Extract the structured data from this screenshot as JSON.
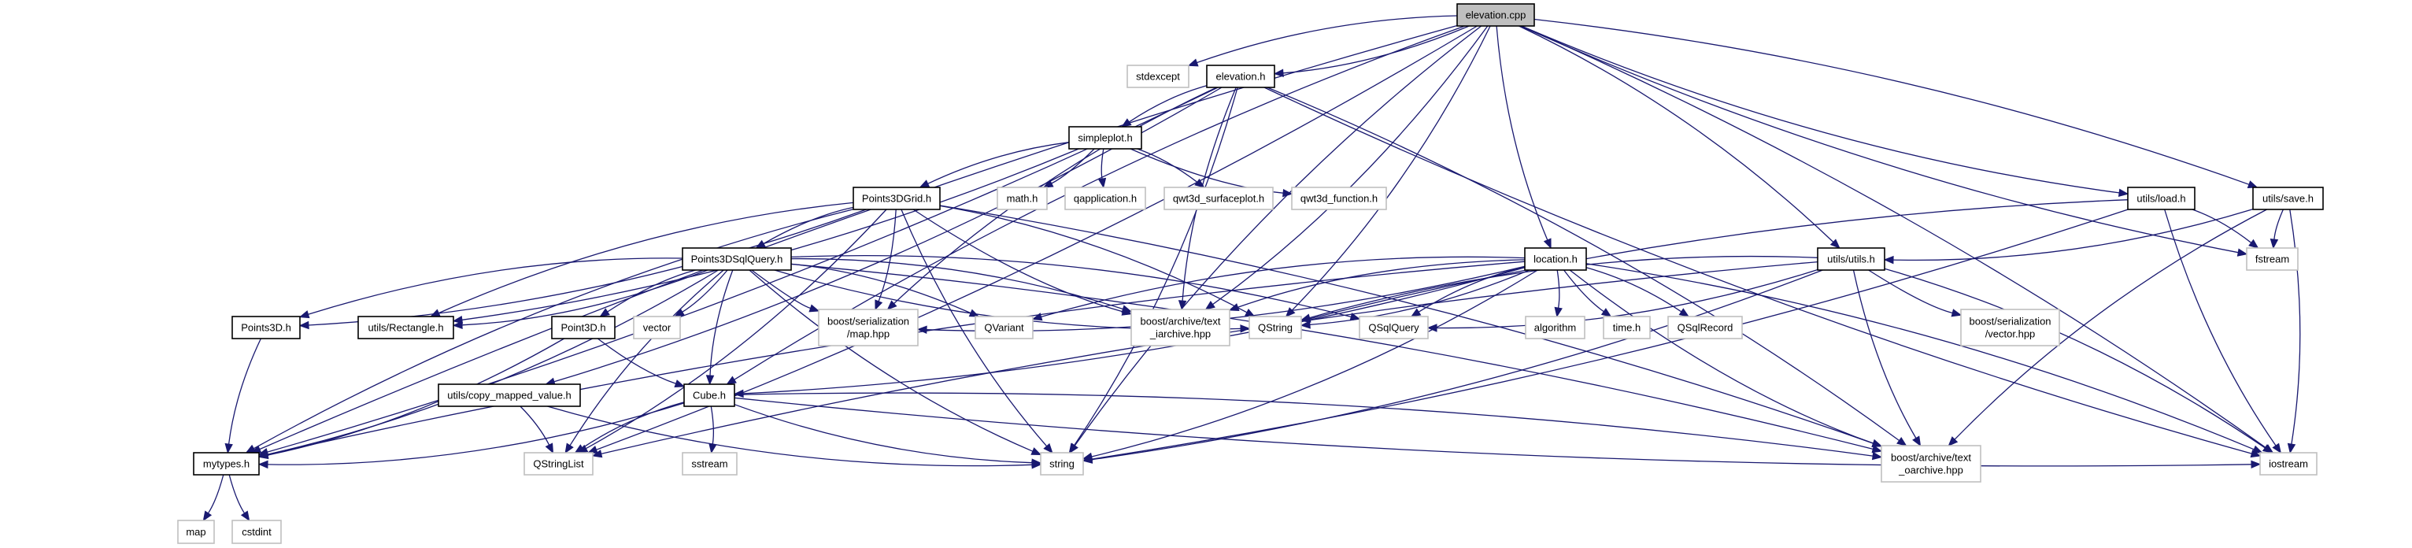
{
  "diagram": {
    "title": "Include dependency graph for elevation.cpp",
    "colors": {
      "edge": "#191970",
      "root_fill": "#bfbfbf",
      "local_border": "#000000",
      "system_border": "#bfbfbf"
    },
    "nodes": [
      {
        "id": "elevation_cpp",
        "label": "elevation.cpp",
        "kind": "root"
      },
      {
        "id": "stdexcept",
        "label": "stdexcept",
        "kind": "system"
      },
      {
        "id": "elevation_h",
        "label": "elevation.h",
        "kind": "local"
      },
      {
        "id": "simpleplot_h",
        "label": "simpleplot.h",
        "kind": "local"
      },
      {
        "id": "points3dgrid_h",
        "label": "Points3DGrid.h",
        "kind": "local"
      },
      {
        "id": "math_h",
        "label": "math.h",
        "kind": "system"
      },
      {
        "id": "qapplication_h",
        "label": "qapplication.h",
        "kind": "system"
      },
      {
        "id": "qwt3d_surfaceplot_h",
        "label": "qwt3d_surfaceplot.h",
        "kind": "system"
      },
      {
        "id": "qwt3d_function_h",
        "label": "qwt3d_function.h",
        "kind": "system"
      },
      {
        "id": "utils_load_h",
        "label": "utils/load.h",
        "kind": "local"
      },
      {
        "id": "utils_save_h",
        "label": "utils/save.h",
        "kind": "local"
      },
      {
        "id": "points3dsqlquery_h",
        "label": "Points3DSqlQuery.h",
        "kind": "local"
      },
      {
        "id": "location_h",
        "label": "location.h",
        "kind": "local"
      },
      {
        "id": "utils_utils_h",
        "label": "utils/utils.h",
        "kind": "local"
      },
      {
        "id": "fstream",
        "label": "fstream",
        "kind": "system"
      },
      {
        "id": "points3d_h",
        "label": "Points3D.h",
        "kind": "local"
      },
      {
        "id": "utils_rectangle_h",
        "label": "utils/Rectangle.h",
        "kind": "local"
      },
      {
        "id": "point3d_h",
        "label": "Point3D.h",
        "kind": "local"
      },
      {
        "id": "vector",
        "label": "vector",
        "kind": "system"
      },
      {
        "id": "boost_ser_map",
        "label": [
          "boost/serialization",
          "/map.hpp"
        ],
        "kind": "system"
      },
      {
        "id": "qvariant",
        "label": "QVariant",
        "kind": "system"
      },
      {
        "id": "boost_text_iarchive",
        "label": [
          "boost/archive/text",
          "_iarchive.hpp"
        ],
        "kind": "system"
      },
      {
        "id": "qstring",
        "label": "QString",
        "kind": "system"
      },
      {
        "id": "qsqlquery",
        "label": "QSqlQuery",
        "kind": "system"
      },
      {
        "id": "algorithm",
        "label": "algorithm",
        "kind": "system"
      },
      {
        "id": "time_h",
        "label": "time.h",
        "kind": "system"
      },
      {
        "id": "qsqlrecord",
        "label": "QSqlRecord",
        "kind": "system"
      },
      {
        "id": "boost_ser_vector",
        "label": [
          "boost/serialization",
          "/vector.hpp"
        ],
        "kind": "system"
      },
      {
        "id": "utils_copy_mapped_value_h",
        "label": "utils/copy_mapped_value.h",
        "kind": "local"
      },
      {
        "id": "cube_h",
        "label": "Cube.h",
        "kind": "local"
      },
      {
        "id": "mytypes_h",
        "label": "mytypes.h",
        "kind": "local"
      },
      {
        "id": "qstringlist",
        "label": "QStringList",
        "kind": "system"
      },
      {
        "id": "sstream",
        "label": "sstream",
        "kind": "system"
      },
      {
        "id": "string",
        "label": "string",
        "kind": "system"
      },
      {
        "id": "boost_text_oarchive",
        "label": [
          "boost/archive/text",
          "_oarchive.hpp"
        ],
        "kind": "system"
      },
      {
        "id": "iostream",
        "label": "iostream",
        "kind": "system"
      },
      {
        "id": "map",
        "label": "map",
        "kind": "system"
      },
      {
        "id": "cstdint",
        "label": "cstdint",
        "kind": "system"
      }
    ],
    "edges": [
      [
        "elevation_cpp",
        "stdexcept"
      ],
      [
        "elevation_cpp",
        "elevation_h"
      ],
      [
        "elevation_cpp",
        "location_h"
      ],
      [
        "elevation_cpp",
        "utils_utils_h"
      ],
      [
        "elevation_cpp",
        "utils_load_h"
      ],
      [
        "elevation_cpp",
        "utils_save_h"
      ],
      [
        "elevation_cpp",
        "fstream"
      ],
      [
        "elevation_cpp",
        "iostream"
      ],
      [
        "elevation_cpp",
        "mytypes_h"
      ],
      [
        "elevation_cpp",
        "qstringlist"
      ],
      [
        "elevation_cpp",
        "cube_h"
      ],
      [
        "elevation_cpp",
        "qstring"
      ],
      [
        "elevation_cpp",
        "string"
      ],
      [
        "elevation_cpp",
        "boost_text_iarchive"
      ],
      [
        "elevation_h",
        "simpleplot_h"
      ],
      [
        "elevation_h",
        "mytypes_h"
      ],
      [
        "elevation_h",
        "boost_ser_map"
      ],
      [
        "elevation_h",
        "string"
      ],
      [
        "elevation_h",
        "boost_text_iarchive"
      ],
      [
        "elevation_h",
        "boost_text_oarchive"
      ],
      [
        "elevation_h",
        "iostream"
      ],
      [
        "elevation_h",
        "utils_copy_mapped_value_h"
      ],
      [
        "simpleplot_h",
        "points3dgrid_h"
      ],
      [
        "simpleplot_h",
        "math_h"
      ],
      [
        "simpleplot_h",
        "qapplication_h"
      ],
      [
        "simpleplot_h",
        "qwt3d_surfaceplot_h"
      ],
      [
        "simpleplot_h",
        "qwt3d_function_h"
      ],
      [
        "simpleplot_h",
        "utils_rectangle_h"
      ],
      [
        "points3dgrid_h",
        "points3dsqlquery_h"
      ],
      [
        "points3dgrid_h",
        "points3d_h"
      ],
      [
        "points3dgrid_h",
        "utils_rectangle_h"
      ],
      [
        "points3dgrid_h",
        "boost_ser_map"
      ],
      [
        "points3dgrid_h",
        "string"
      ],
      [
        "points3dgrid_h",
        "qstring"
      ],
      [
        "points3dgrid_h",
        "boost_text_iarchive"
      ],
      [
        "points3dgrid_h",
        "boost_text_oarchive"
      ],
      [
        "points3dgrid_h",
        "mytypes_h"
      ],
      [
        "points3dgrid_h",
        "qstringlist"
      ],
      [
        "points3dsqlquery_h",
        "points3d_h"
      ],
      [
        "points3dsqlquery_h",
        "utils_rectangle_h"
      ],
      [
        "points3dsqlquery_h",
        "point3d_h"
      ],
      [
        "points3dsqlquery_h",
        "vector"
      ],
      [
        "points3dsqlquery_h",
        "cube_h"
      ],
      [
        "points3dsqlquery_h",
        "qvariant"
      ],
      [
        "points3dsqlquery_h",
        "boost_ser_map"
      ],
      [
        "points3dsqlquery_h",
        "boost_text_iarchive"
      ],
      [
        "points3dsqlquery_h",
        "qstring"
      ],
      [
        "points3dsqlquery_h",
        "qsqlquery"
      ],
      [
        "points3dsqlquery_h",
        "string"
      ],
      [
        "points3dsqlquery_h",
        "mytypes_h"
      ],
      [
        "points3dsqlquery_h",
        "qstringlist"
      ],
      [
        "points3dsqlquery_h",
        "boost_text_oarchive"
      ],
      [
        "points3d_h",
        "mytypes_h"
      ],
      [
        "point3d_h",
        "mytypes_h"
      ],
      [
        "point3d_h",
        "cube_h"
      ],
      [
        "utils_copy_mapped_value_h",
        "qstringlist"
      ],
      [
        "utils_copy_mapped_value_h",
        "string"
      ],
      [
        "cube_h",
        "mytypes_h"
      ],
      [
        "cube_h",
        "qstringlist"
      ],
      [
        "cube_h",
        "sstream"
      ],
      [
        "cube_h",
        "string"
      ],
      [
        "cube_h",
        "boost_text_oarchive"
      ],
      [
        "cube_h",
        "iostream"
      ],
      [
        "mytypes_h",
        "map"
      ],
      [
        "mytypes_h",
        "cstdint"
      ],
      [
        "location_h",
        "algorithm"
      ],
      [
        "location_h",
        "time_h"
      ],
      [
        "location_h",
        "qsqlrecord"
      ],
      [
        "location_h",
        "qsqlquery"
      ],
      [
        "location_h",
        "qstring"
      ],
      [
        "location_h",
        "qvariant"
      ],
      [
        "location_h",
        "boost_ser_map"
      ],
      [
        "location_h",
        "boost_text_iarchive"
      ],
      [
        "location_h",
        "cube_h"
      ],
      [
        "location_h",
        "mytypes_h"
      ],
      [
        "location_h",
        "string"
      ],
      [
        "location_h",
        "boost_text_oarchive"
      ],
      [
        "location_h",
        "iostream"
      ],
      [
        "utils_utils_h",
        "boost_ser_vector"
      ],
      [
        "utils_utils_h",
        "qsqlquery"
      ],
      [
        "utils_utils_h",
        "qstring"
      ],
      [
        "utils_utils_h",
        "string"
      ],
      [
        "utils_utils_h",
        "boost_text_oarchive"
      ],
      [
        "utils_utils_h",
        "iostream"
      ],
      [
        "utils_utils_h",
        "qstringlist"
      ],
      [
        "utils_load_h",
        "fstream"
      ],
      [
        "utils_load_h",
        "iostream"
      ],
      [
        "utils_load_h",
        "string"
      ],
      [
        "utils_load_h",
        "qstring"
      ],
      [
        "utils_save_h",
        "utils_utils_h"
      ],
      [
        "utils_save_h",
        "fstream"
      ],
      [
        "utils_save_h",
        "iostream"
      ],
      [
        "utils_save_h",
        "boost_text_oarchive"
      ]
    ]
  }
}
